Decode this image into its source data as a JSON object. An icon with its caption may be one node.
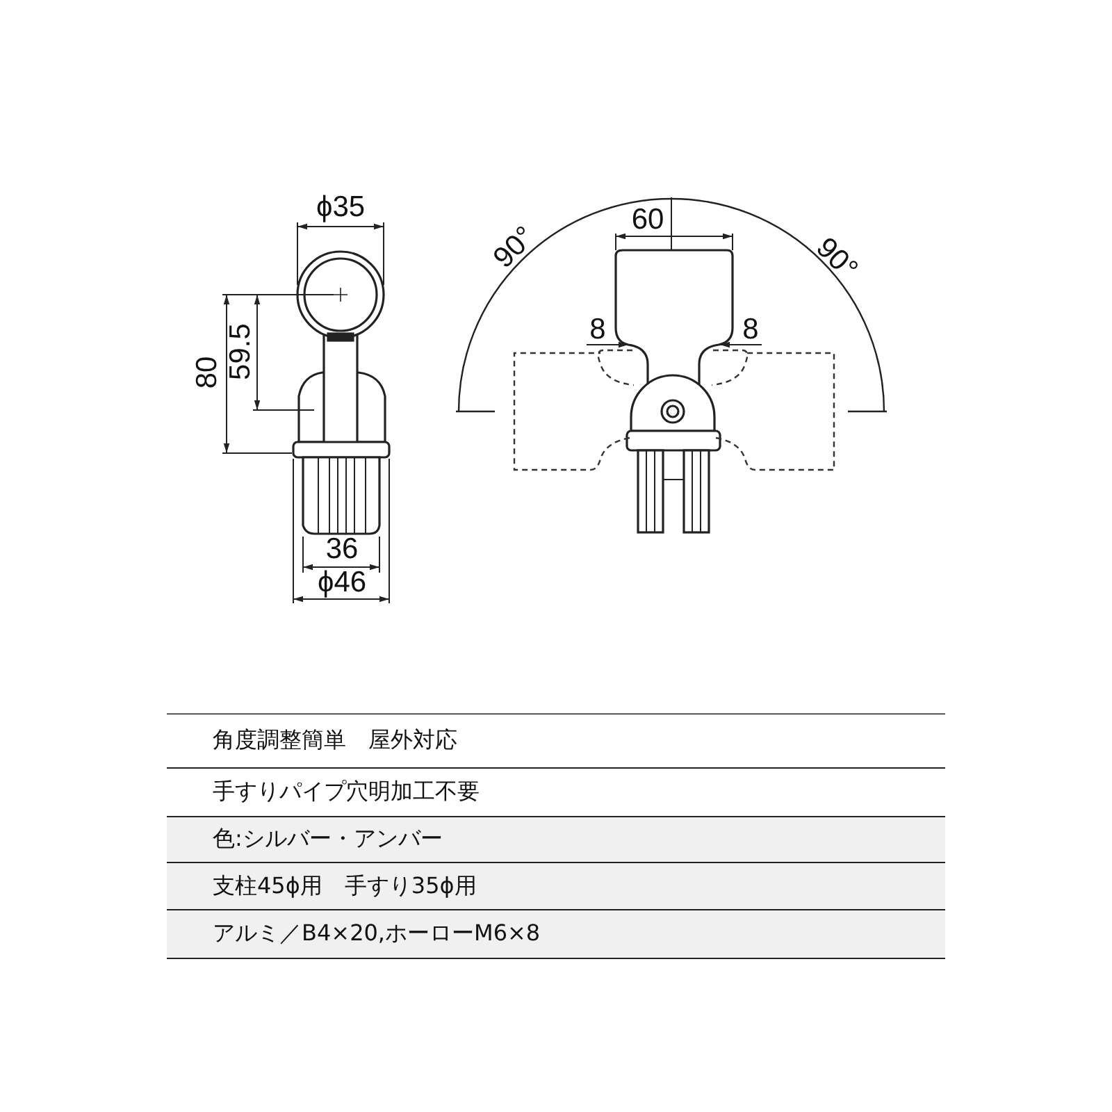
{
  "diagram": {
    "labels": [
      "ϕ35",
      "60",
      "90°",
      "90°",
      "8",
      "8",
      "80",
      "59.5",
      "36",
      "ϕ46",
      "角度調整簡単　屋外対応",
      "手すりパイプ穴明加工不要",
      "色:シルバー・アンバー",
      "支柱45ϕ用　手すり35ϕ用",
      "アルミ／B4×20,ホーローM6×8"
    ]
  }
}
